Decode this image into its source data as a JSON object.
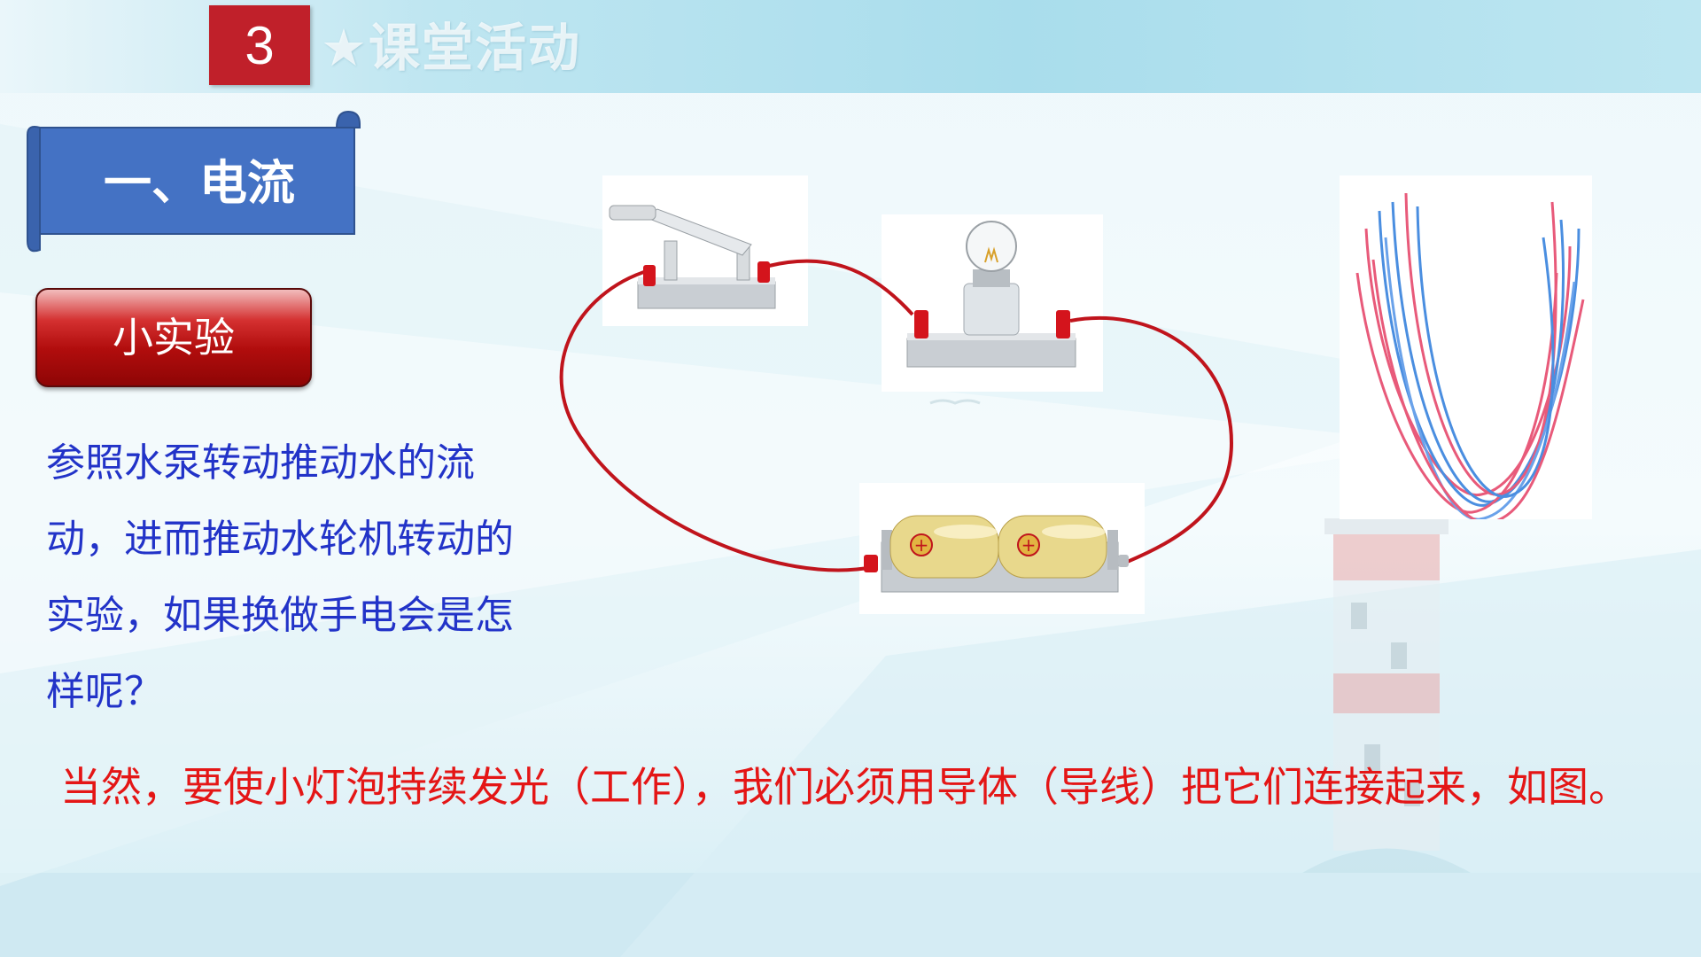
{
  "header": {
    "section_number": "3",
    "section_title": "★课堂活动"
  },
  "banner": {
    "title": "一、电流"
  },
  "experiment_button": {
    "label": "小实验"
  },
  "question_text": "参照水泵转动推动水的流动，进而推动水轮机转动的实验，如果换做手电会是怎样呢？",
  "answer_text": "当然，要使小灯泡持续发光（工作），我们必须用导体（导线）把它们连接起来，如图。",
  "colors": {
    "header_number_bg": "#c0202a",
    "banner_blue": "#4472c4",
    "button_red": "#b10d0d",
    "question_text": "#2233c8",
    "answer_text": "#e41616",
    "wire": "#c0141c"
  },
  "images": {
    "circuit": [
      "knife-switch",
      "light-bulb-holder",
      "battery-holder",
      "connecting-wire"
    ],
    "wires_photo": "bundle-of-wires"
  }
}
